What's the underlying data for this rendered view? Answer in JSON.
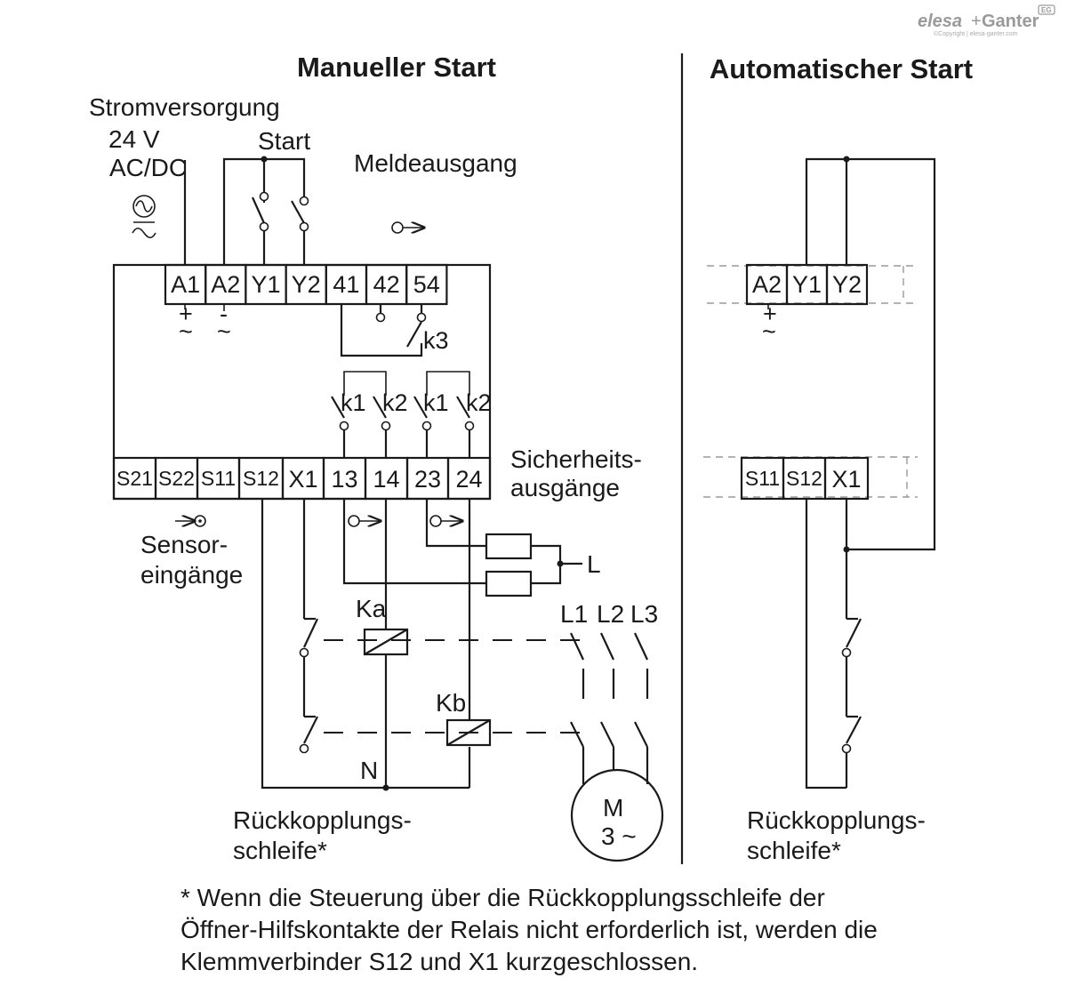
{
  "brand": {
    "logo_left": "elesa",
    "logo_plus": "+",
    "logo_right": "Ganter",
    "logo_badge": "EG",
    "copyright": "©Copyright | elesa-ganter.com"
  },
  "titles": {
    "manual": "Manueller Start",
    "automatic": "Automatischer Start"
  },
  "labels": {
    "power_supply": "Stromversorgung",
    "voltage": "24 V",
    "acdc": "AC/DC",
    "start": "Start",
    "signal_output": "Meldeausgang",
    "safety_outputs_1": "Sicherheits-",
    "safety_outputs_2": "ausgänge",
    "sensor_inputs_1": "Sensor-",
    "sensor_inputs_2": "eingänge",
    "feedback_1": "Rückkopplungs-",
    "feedback_2": "schleife*",
    "L": "L",
    "L1": "L1",
    "L2": "L2",
    "L3": "L3",
    "N": "N",
    "Ka": "Ka",
    "Kb": "Kb",
    "motor_M": "M",
    "motor_3": "3 ~",
    "k1": "k1",
    "k2": "k2",
    "k3": "k3",
    "plus": "+",
    "minus": "-",
    "tilde": "~"
  },
  "terminals_top": [
    "A1",
    "A2",
    "Y1",
    "Y2",
    "41",
    "42",
    "54"
  ],
  "terminals_bottom": [
    "S21",
    "S22",
    "S11",
    "S12",
    "X1",
    "13",
    "14",
    "23",
    "24"
  ],
  "terminals_auto_top": [
    "A2",
    "Y1",
    "Y2"
  ],
  "terminals_auto_bottom": [
    "S11",
    "S12",
    "X1"
  ],
  "footnote": [
    "* Wenn die Steuerung über die Rückkopplungsschleife der",
    "Öffner-Hilfskontakte der Relais nicht erforderlich ist, werden die",
    "Klemmverbinder S12 und X1 kurzgeschlossen."
  ]
}
